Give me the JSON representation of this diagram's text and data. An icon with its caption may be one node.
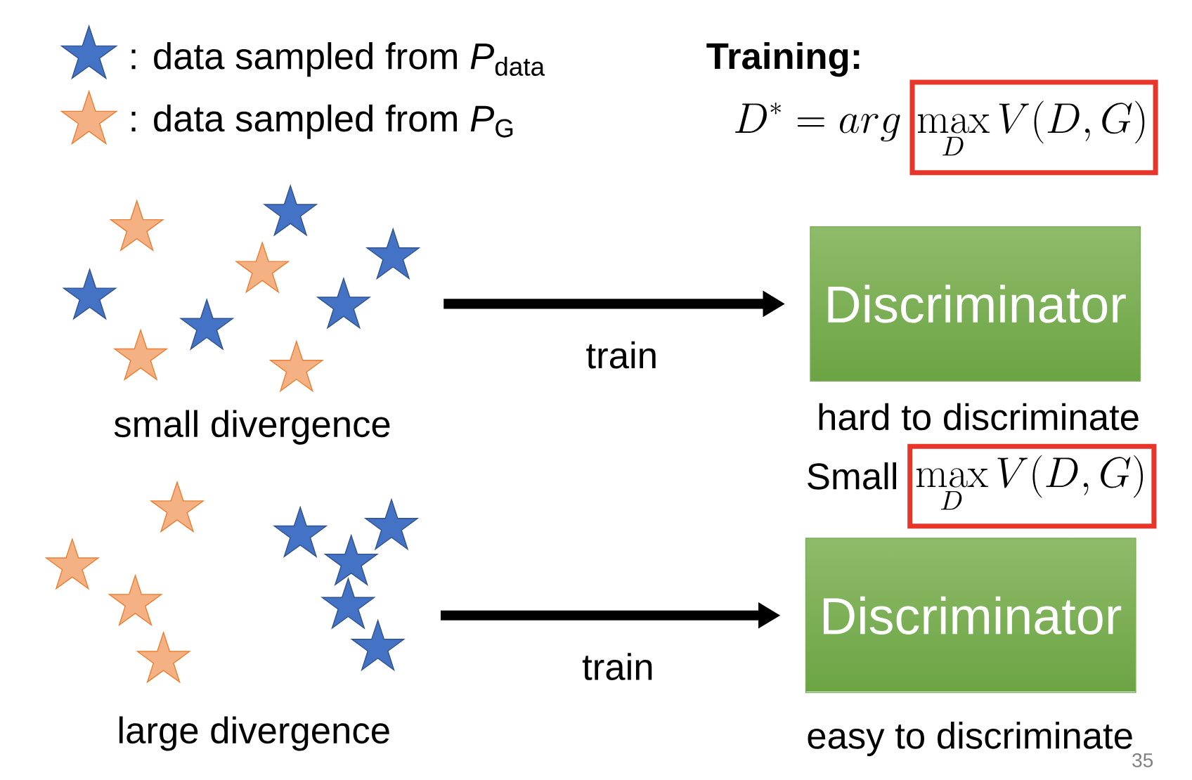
{
  "diagram": {
    "title": "Training:",
    "nodes": [
      {
        "text": [],
        "shape": "picture",
        "beside": [
          "small divergence"
        ]
      },
      {
        "text": [
          "Discriminator"
        ],
        "beside": [
          "hard to discriminate"
        ]
      },
      {
        "text": [],
        "shape": "picture",
        "beside": [
          "large divergence"
        ]
      },
      {
        "text": [
          "Discriminator"
        ],
        "beside": [
          "easy to discriminate"
        ]
      }
    ],
    "edges": [
      {
        "from": 0,
        "to": 1,
        "arrow": "to",
        "label": "train"
      },
      {
        "from": 2,
        "to": 3,
        "arrow": "to",
        "label": "train"
      }
    ],
    "labels": [
      "D^{*} = arg",
      "\\max_{D} V(D,G)",
      "Small",
      "\\max_{D} V(D,G)",
      "35"
    ],
    "legend": [
      {
        "text": ": data sampled from *P*$_{data}$"
      },
      {
        "text": ": data sampled from *P*$_{G}$"
      }
    ]
  }
}
